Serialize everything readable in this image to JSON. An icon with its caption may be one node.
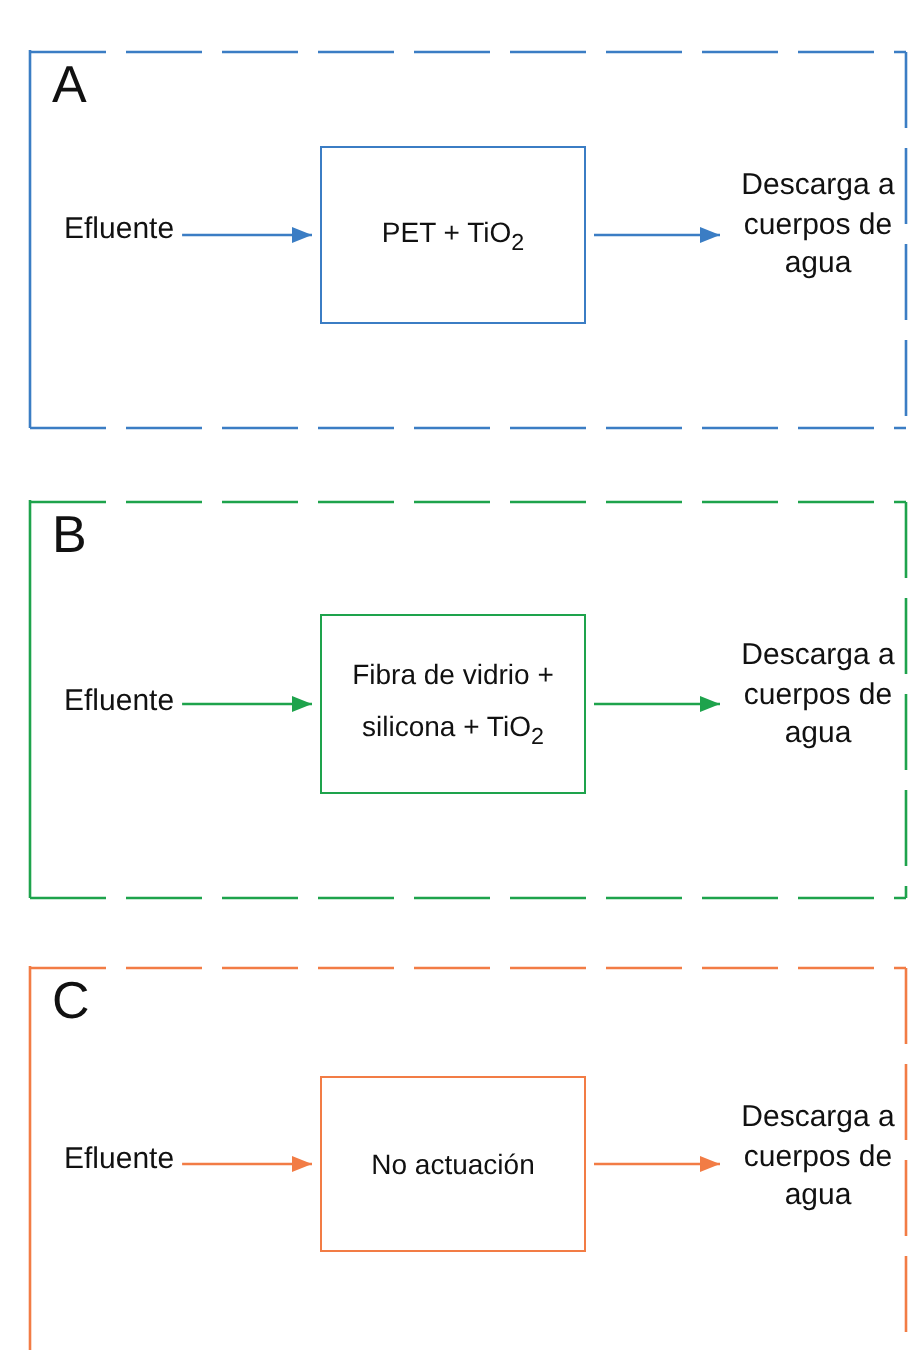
{
  "diagram": {
    "nodes": [
      {
        "text": [
          "A"
        ]
      },
      {
        "text": [
          "Efluente"
        ],
        "in": 0
      },
      {
        "text": [
          "PET + TiO$_{2}$"
        ],
        "in": 0
      },
      {
        "text": [
          "Descarga a cuerpos de agua"
        ],
        "in": 0
      },
      {
        "text": [
          "B"
        ]
      },
      {
        "text": [
          "Efluente"
        ],
        "in": 4
      },
      {
        "text": [
          "Fibra de vidrio + silicona + TiO$_{2}$"
        ],
        "in": 4
      },
      {
        "text": [
          "Descarga a cuerpos de agua"
        ],
        "in": 4
      },
      {
        "text": [
          "C"
        ]
      },
      {
        "text": [
          "Efluente"
        ],
        "in": 8
      },
      {
        "text": [
          "No actuación"
        ],
        "in": 8
      },
      {
        "text": [
          "Descarga a cuerpos de agua"
        ],
        "in": 8
      }
    ],
    "edges": [
      {
        "from": 1,
        "to": 2,
        "arrow": "to",
        "color": "#3b7dc4"
      },
      {
        "from": 2,
        "to": 3,
        "arrow": "to",
        "color": "#3b7dc4"
      },
      {
        "from": 5,
        "to": 6,
        "arrow": "to",
        "color": "#1ea34c"
      },
      {
        "from": 6,
        "to": 7,
        "arrow": "to",
        "color": "#1ea34c"
      },
      {
        "from": 9,
        "to": 10,
        "arrow": "to",
        "color": "#f27c45"
      },
      {
        "from": 10,
        "to": 11,
        "arrow": "to",
        "color": "#f27c45"
      }
    ]
  }
}
